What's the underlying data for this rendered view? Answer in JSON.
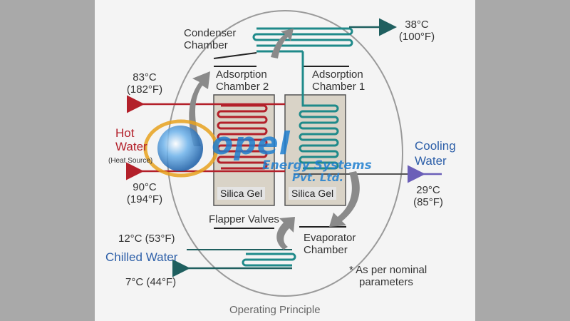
{
  "labels": {
    "condenser_chamber": [
      "Condenser",
      "Chamber"
    ],
    "adsorption_chamber_2": [
      "Adsorption",
      "Chamber 2"
    ],
    "adsorption_chamber_1": [
      "Adsorption",
      "Chamber 1"
    ],
    "temp_out_top": [
      "38°C",
      "(100°F)"
    ],
    "temp_hot_out": [
      "83°C",
      "(182°F)"
    ],
    "hot_water": [
      "Hot",
      "Water"
    ],
    "heat_source": "(Heat Source)",
    "temp_hot_in": [
      "90°C",
      "(194°F)"
    ],
    "cooling_water": [
      "Cooling",
      "Water"
    ],
    "temp_cooling_in": [
      "29°C",
      "(85°F)"
    ],
    "silica_gel_left": "Silica Gel",
    "silica_gel_right": "Silica Gel",
    "flapper_valves": "Flapper Valves",
    "evaporator_chamber": [
      "Evaporator",
      "Chamber"
    ],
    "temp_chilled_in": "12°C (53°F)",
    "chilled_water": "Chilled Water",
    "temp_chilled_out": "7°C (44°F)",
    "note": [
      "* As per nominal",
      "parameters"
    ],
    "caption": "Operating Principle"
  },
  "logo": {
    "name": "opel",
    "line1": "Energy Systems",
    "line2": "Pvt. Ltd."
  },
  "colors": {
    "hot": "#b3202a",
    "cool": "#2d5fa8",
    "coil": "#1f8a8a",
    "chamber": "#d9d3c7",
    "arrow": "#8a8a8a",
    "logo": "#1f7fd0"
  }
}
